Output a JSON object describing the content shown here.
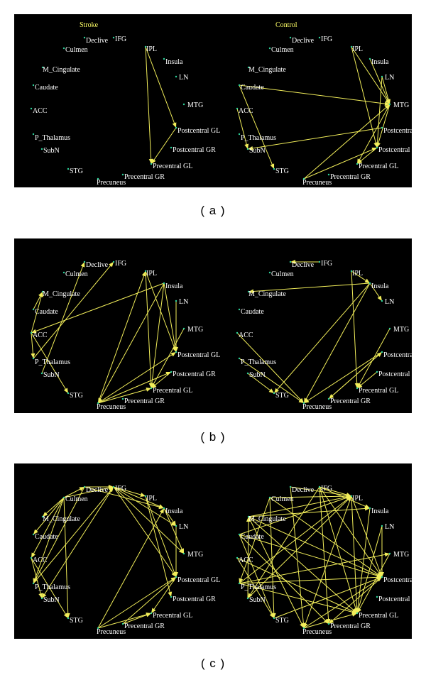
{
  "colors": {
    "background": "#000000",
    "edge": "#f2ee5a",
    "node": "#2dd39a",
    "label": "#ffffff",
    "group_label": "#ffff66"
  },
  "nodes": [
    "Declive",
    "IFG",
    "Culmen",
    "IPL",
    "Insula",
    "M_Cingulate",
    "LN",
    "Caudate",
    "MTG",
    "ACC",
    "Postcentral GL",
    "P_Thalamus",
    "Postcentral GR",
    "SubN",
    "Precentral GL",
    "STG",
    "Precentral GR",
    "Precuneus"
  ],
  "panels": [
    {
      "caption": "( a )",
      "groups": [
        {
          "label": "Stroke",
          "edges": [
            [
              "IPL",
              "Postcentral GL"
            ],
            [
              "IPL",
              "Precentral GL"
            ],
            [
              "Postcentral GL",
              "Precentral GL"
            ]
          ]
        },
        {
          "label": "Control",
          "edges": [
            [
              "Caudate",
              "MTG"
            ],
            [
              "ACC",
              "SubN"
            ],
            [
              "IPL",
              "MTG"
            ],
            [
              "IPL",
              "Postcentral GR"
            ],
            [
              "Insula",
              "MTG"
            ],
            [
              "LN",
              "MTG"
            ],
            [
              "LN",
              "Postcentral GR"
            ],
            [
              "MTG",
              "Postcentral GR"
            ],
            [
              "MTG",
              "Precentral GL"
            ],
            [
              "Precuneus",
              "MTG"
            ],
            [
              "Precuneus",
              "Postcentral GR"
            ],
            [
              "Postcentral GR",
              "Precentral GL"
            ],
            [
              "Caudate",
              "STG"
            ],
            [
              "Postcentral GL",
              "SubN"
            ]
          ]
        }
      ]
    },
    {
      "caption": "( b )",
      "groups": [
        {
          "label": "",
          "edges": [
            [
              "Insula",
              "ACC"
            ],
            [
              "ACC",
              "M_Cingulate"
            ],
            [
              "Caudate",
              "M_Cingulate"
            ],
            [
              "ACC",
              "P_Thalamus"
            ],
            [
              "ACC",
              "STG"
            ],
            [
              "P_Thalamus",
              "IFG"
            ],
            [
              "SubN",
              "Declive"
            ],
            [
              "IPL",
              "Postcentral GL"
            ],
            [
              "IPL",
              "Precentral GL"
            ],
            [
              "Insula",
              "Postcentral GL"
            ],
            [
              "Insula",
              "Precentral GL"
            ],
            [
              "Insula",
              "Precuneus"
            ],
            [
              "LN",
              "Postcentral GL"
            ],
            [
              "MTG",
              "Precentral GL"
            ],
            [
              "Precuneus",
              "Postcentral GL"
            ],
            [
              "Precuneus",
              "Postcentral GR"
            ],
            [
              "Precuneus",
              "Precentral GL"
            ],
            [
              "Postcentral GR",
              "Precentral GL"
            ],
            [
              "Precuneus",
              "IPL"
            ]
          ]
        },
        {
          "label": "",
          "edges": [
            [
              "IFG",
              "Declive"
            ],
            [
              "Insula",
              "M_Cingulate"
            ],
            [
              "Insula",
              "LN"
            ],
            [
              "IPL",
              "Insula"
            ],
            [
              "IPL",
              "Precentral GL"
            ],
            [
              "Insula",
              "Precuneus"
            ],
            [
              "Insula",
              "STG"
            ],
            [
              "ACC",
              "Precuneus"
            ],
            [
              "P_Thalamus",
              "Precuneus"
            ],
            [
              "SubN",
              "STG"
            ],
            [
              "MTG",
              "Precentral GL"
            ],
            [
              "Postcentral GL",
              "Precuneus"
            ],
            [
              "Postcentral GR",
              "Precentral GL"
            ],
            [
              "Precentral GR",
              "Postcentral GL"
            ],
            [
              "Postcentral GL",
              "Precentral GR"
            ]
          ]
        }
      ]
    },
    {
      "caption": "( c )",
      "groups": [
        {
          "label": "",
          "edges": [
            [
              "Culmen",
              "Declive"
            ],
            [
              "Culmen",
              "IFG"
            ],
            [
              "Culmen",
              "M_Cingulate"
            ],
            [
              "Culmen",
              "Caudate"
            ],
            [
              "Culmen",
              "ACC"
            ],
            [
              "Culmen",
              "P_Thalamus"
            ],
            [
              "Culmen",
              "STG"
            ],
            [
              "Declive",
              "IFG"
            ],
            [
              "Declive",
              "Insula"
            ],
            [
              "IFG",
              "IPL"
            ],
            [
              "IFG",
              "Insula"
            ],
            [
              "IFG",
              "LN"
            ],
            [
              "IFG",
              "MTG"
            ],
            [
              "IFG",
              "Postcentral GL"
            ],
            [
              "IFG",
              "SubN"
            ],
            [
              "IPL",
              "Postcentral GL"
            ],
            [
              "IPL",
              "Postcentral GR"
            ],
            [
              "Insula",
              "LN"
            ],
            [
              "Insula",
              "MTG"
            ],
            [
              "LN",
              "Postcentral GL"
            ],
            [
              "Postcentral GL",
              "Precentral GL"
            ],
            [
              "Precuneus",
              "Postcentral GL"
            ],
            [
              "Precuneus",
              "Precentral GL"
            ],
            [
              "Precentral GR",
              "Postcentral GL"
            ],
            [
              "Precentral GR",
              "Precentral GL"
            ],
            [
              "ACC",
              "SubN"
            ],
            [
              "ACC",
              "STG"
            ],
            [
              "P_Thalamus",
              "IFG"
            ],
            [
              "Declive",
              "P_Thalamus"
            ],
            [
              "Precuneus",
              "Insula"
            ]
          ]
        },
        {
          "label": "",
          "edges": [
            [
              "Declive",
              "IPL"
            ],
            [
              "IFG",
              "IPL"
            ],
            [
              "IFG",
              "Insula"
            ],
            [
              "IFG",
              "Postcentral GL"
            ],
            [
              "IFG",
              "Precentral GL"
            ],
            [
              "IFG",
              "Precentral GR"
            ],
            [
              "Culmen",
              "IPL"
            ],
            [
              "Culmen",
              "Postcentral GL"
            ],
            [
              "Culmen",
              "P_Thalamus"
            ],
            [
              "Culmen",
              "STG"
            ],
            [
              "M_Cingulate",
              "IPL"
            ],
            [
              "M_Cingulate",
              "Insula"
            ],
            [
              "M_Cingulate",
              "Postcentral GL"
            ],
            [
              "M_Cingulate",
              "Precentral GL"
            ],
            [
              "Caudate",
              "IPL"
            ],
            [
              "Caudate",
              "Postcentral GL"
            ],
            [
              "Caudate",
              "STG"
            ],
            [
              "Caudate",
              "Precentral GR"
            ],
            [
              "ACC",
              "Precentral GL"
            ],
            [
              "ACC",
              "STG"
            ],
            [
              "P_Thalamus",
              "IPL"
            ],
            [
              "P_Thalamus",
              "Postcentral GL"
            ],
            [
              "P_Thalamus",
              "Precentral GL"
            ],
            [
              "P_Thalamus",
              "MTG"
            ],
            [
              "SubN",
              "IPL"
            ],
            [
              "SubN",
              "M_Cingulate"
            ],
            [
              "IPL",
              "Precentral GL"
            ],
            [
              "IPL",
              "Precuneus"
            ],
            [
              "IPL",
              "Postcentral GL"
            ],
            [
              "LN",
              "Postcentral GL"
            ],
            [
              "LN",
              "Precentral GL"
            ],
            [
              "MTG",
              "Precentral GL"
            ],
            [
              "Postcentral GL",
              "Precentral GR"
            ],
            [
              "Precuneus",
              "Postcentral GL"
            ],
            [
              "Precuneus",
              "Precentral GL"
            ],
            [
              "STG",
              "Postcentral GL"
            ],
            [
              "Declive",
              "Precuneus"
            ],
            [
              "IFG",
              "SubN"
            ],
            [
              "M_Cingulate",
              "Precuneus"
            ],
            [
              "Insula",
              "Precentral GL"
            ]
          ]
        }
      ]
    }
  ]
}
